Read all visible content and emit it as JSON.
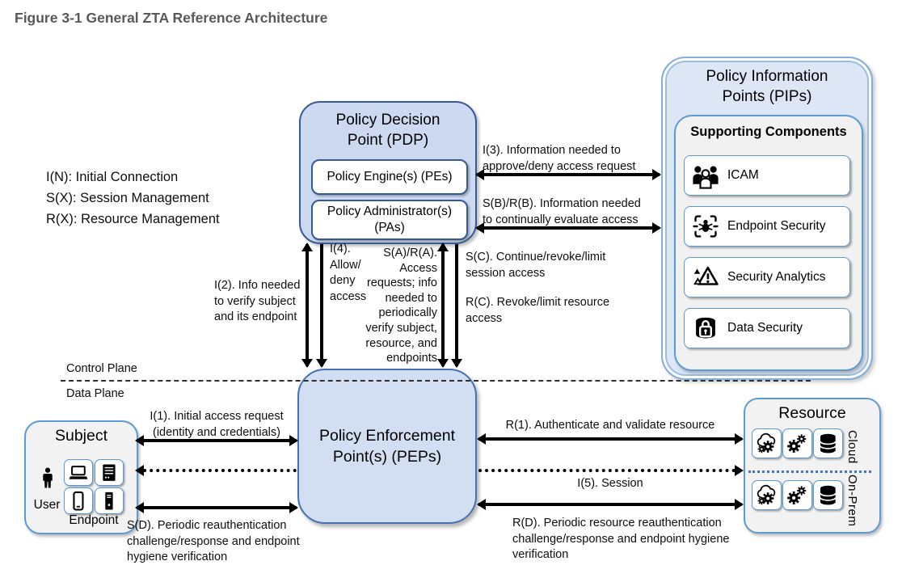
{
  "figure_title": "Figure 3-1 General ZTA Reference Architecture",
  "legend": {
    "lines": [
      "I(N): Initial Connection",
      "S(X): Session Management",
      "R(X): Resource Management"
    ]
  },
  "planes": {
    "control_label": "Control Plane",
    "data_label": "Data Plane"
  },
  "pdp": {
    "title": "Policy Decision Point (PDP)",
    "engines_label": "Policy Engine(s) (PEs)",
    "administrators_label": "Policy Administrator(s) (PAs)"
  },
  "pips": {
    "title": "Policy Information Points (PIPs)",
    "supporting_title": "Supporting Components",
    "items": [
      {
        "label": "ICAM",
        "icon": "icam-people-icon"
      },
      {
        "label": "Endpoint Security",
        "icon": "bug-crosshair-icon"
      },
      {
        "label": "Security Analytics",
        "icon": "warning-triangles-icon"
      },
      {
        "label": "Data Security",
        "icon": "lock-database-icon"
      }
    ]
  },
  "pep": {
    "title": "Policy Enforcement Point(s) (PEPs)"
  },
  "subject": {
    "title": "Subject",
    "user_label": "User",
    "endpoint_label": "Endpoint",
    "endpoint_icons": [
      "laptop-icon",
      "server-icon",
      "smartphone-icon",
      "desktop-tower-icon"
    ]
  },
  "resource": {
    "title": "Resource",
    "cloud_label": "Cloud",
    "onprem_label": "On-Prem",
    "tile_icons": [
      "cloud-services-icon",
      "gears-icon",
      "database-icon"
    ]
  },
  "flows": {
    "i3": "I(3). Information needed to\napprove/deny access request",
    "sbrb": "S(B)/R(B). Information needed\nto continually evaluate access",
    "i2": "I(2). Info needed\nto verify subject\nand its endpoint",
    "i4": "I(4).\nAllow/\ndeny\naccess",
    "sara": "S(A)/R(A).\nAccess\nrequests; info\nneeded to\nperiodically\nverify subject,\nresource, and\nendpoints",
    "sc": "S(C). Continue/revoke/limit\nsession access",
    "rc": "R(C). Revoke/limit resource\naccess",
    "i1": "I(1). Initial access request\n(identity and credentials)",
    "sd": "S(D). Periodic reauthentication\nchallenge/response and endpoint\nhygiene verification",
    "r1": "R(1). Authenticate and validate resource",
    "i5": "I(5). Session",
    "rd": "R(D). Periodic resource reauthentication\nchallenge/response and endpoint hygiene\nverification"
  },
  "palette": {
    "title_gray": "#595959",
    "pdp_fill": "#cdd9f0",
    "pdp_border": "#365a96",
    "pips_fill": "#dce6f5",
    "pips_border": "#84aede",
    "panel_gray_fill": "#f2f2f2",
    "panel_blue_border": "#5b9bd5",
    "arrow_black": "#000000",
    "resource_dotted_separator": "#4472c4"
  }
}
